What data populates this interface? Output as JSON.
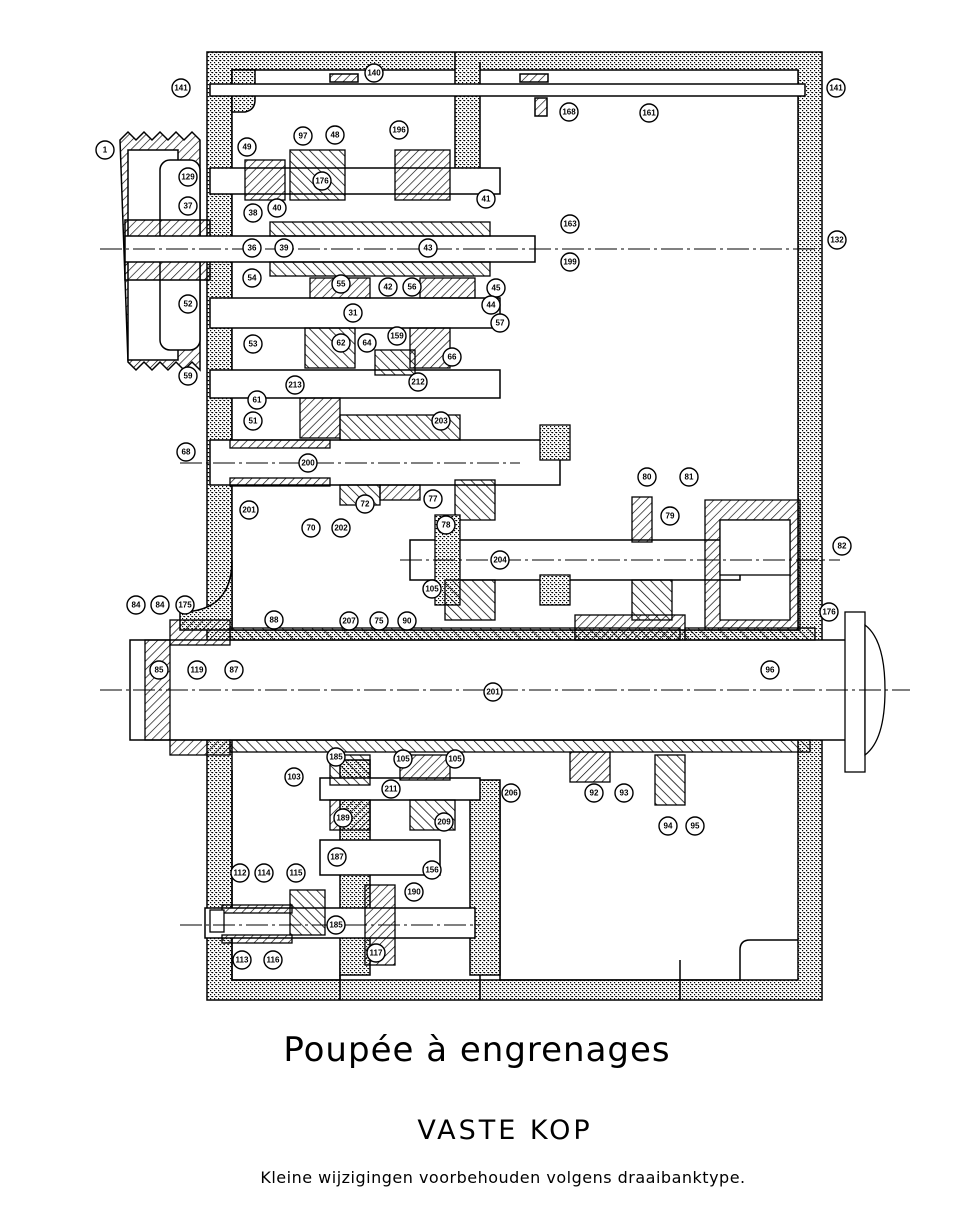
{
  "title": "Poupée à engrenages",
  "subtitle": "VASTE KOP",
  "note": "Kleine wijzigingen voorbehouden volgens draaibanktype.",
  "part_labels": [
    "1",
    "141",
    "140",
    "168",
    "161",
    "141",
    "49",
    "97",
    "48",
    "196",
    "129",
    "176",
    "37",
    "38",
    "40",
    "41",
    "163",
    "36",
    "39",
    "43",
    "199",
    "132",
    "54",
    "55",
    "42",
    "56",
    "45",
    "44",
    "52",
    "31",
    "57",
    "53",
    "62",
    "64",
    "159",
    "66",
    "59",
    "213",
    "212",
    "51",
    "61",
    "203",
    "68",
    "200",
    "201",
    "72",
    "77",
    "70",
    "202",
    "80",
    "81",
    "78",
    "79",
    "204",
    "82",
    "105",
    "75",
    "84",
    "84",
    "175",
    "88",
    "207",
    "90",
    "176",
    "85",
    "119",
    "87",
    "96",
    "201",
    "103",
    "185",
    "105",
    "105",
    "211",
    "206",
    "92",
    "93",
    "209",
    "94",
    "95",
    "189",
    "187",
    "156",
    "190",
    "112",
    "114",
    "115",
    "113",
    "116",
    "185",
    "117"
  ]
}
